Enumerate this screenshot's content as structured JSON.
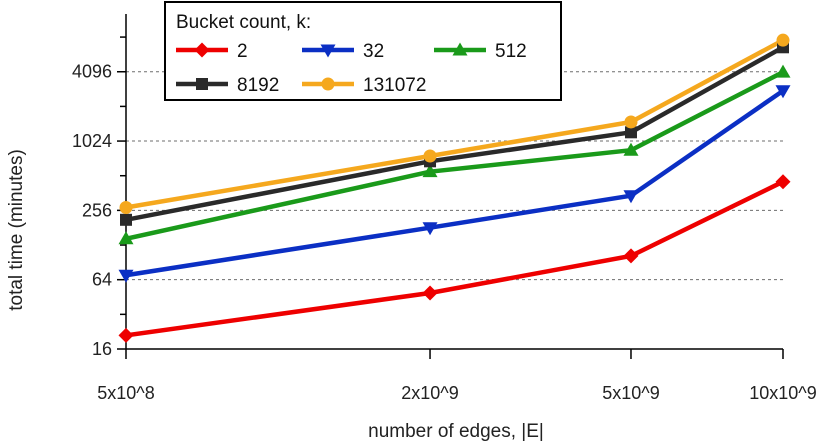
{
  "chart_data": {
    "type": "line",
    "title": "",
    "xlabel": "number of edges, |E|",
    "ylabel": "total time (minutes)",
    "x_scale": "log",
    "y_scale": "log2",
    "x_categories": [
      "5x10^8",
      "2x10^9",
      "5x10^9",
      "10x10^9"
    ],
    "x": [
      500000000,
      2000000000,
      5000000000,
      10000000000
    ],
    "xlim": [
      500000000,
      10000000000
    ],
    "ylim": [
      16,
      13000
    ],
    "yticks": [
      16,
      64,
      256,
      1024,
      4096
    ],
    "ytick_labels": [
      "16",
      "64",
      "256",
      "1024",
      "4096"
    ],
    "grid": "horizontal dashed",
    "legend": {
      "title": "Bucket count, k:",
      "placement": "top-left",
      "columns": 3
    },
    "series": [
      {
        "name": "2",
        "color": "#ee0000",
        "marker": "diamond",
        "values": [
          21,
          49,
          103,
          454
        ]
      },
      {
        "name": "32",
        "color": "#0b2fc4",
        "marker": "triangle-down",
        "values": [
          70,
          181,
          343,
          2800
        ]
      },
      {
        "name": "512",
        "color": "#1a9a1a",
        "marker": "triangle-up",
        "values": [
          145,
          555,
          853,
          4070
        ]
      },
      {
        "name": "8192",
        "color": "#2a2a2a",
        "marker": "square",
        "values": [
          212,
          683,
          1220,
          6680
        ]
      },
      {
        "name": "131072",
        "color": "#f5a81e",
        "marker": "circle",
        "values": [
          271,
          760,
          1500,
          7700
        ]
      }
    ]
  }
}
